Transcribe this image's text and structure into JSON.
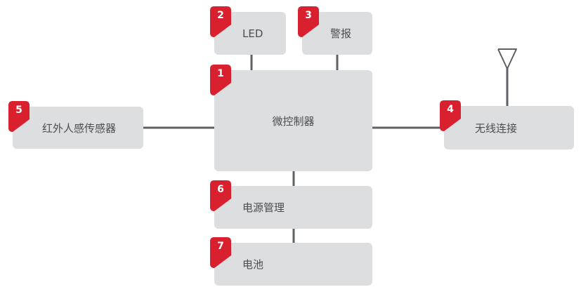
{
  "colors": {
    "block_bg": "#dcdee0",
    "connector": "#5d6166",
    "badge": "#d8202f",
    "label_text": "#4a4d52"
  },
  "blocks": {
    "mcu": {
      "number": "1",
      "label": "微控制器"
    },
    "led": {
      "number": "2",
      "label": "LED"
    },
    "alarm": {
      "number": "3",
      "label": "警报"
    },
    "wireless": {
      "number": "4",
      "label": "无线连接"
    },
    "pir": {
      "number": "5",
      "label": "红外人感传感器"
    },
    "power": {
      "number": "6",
      "label": "电源管理"
    },
    "battery": {
      "number": "7",
      "label": "电池"
    }
  },
  "icons": [
    "antenna-icon"
  ]
}
